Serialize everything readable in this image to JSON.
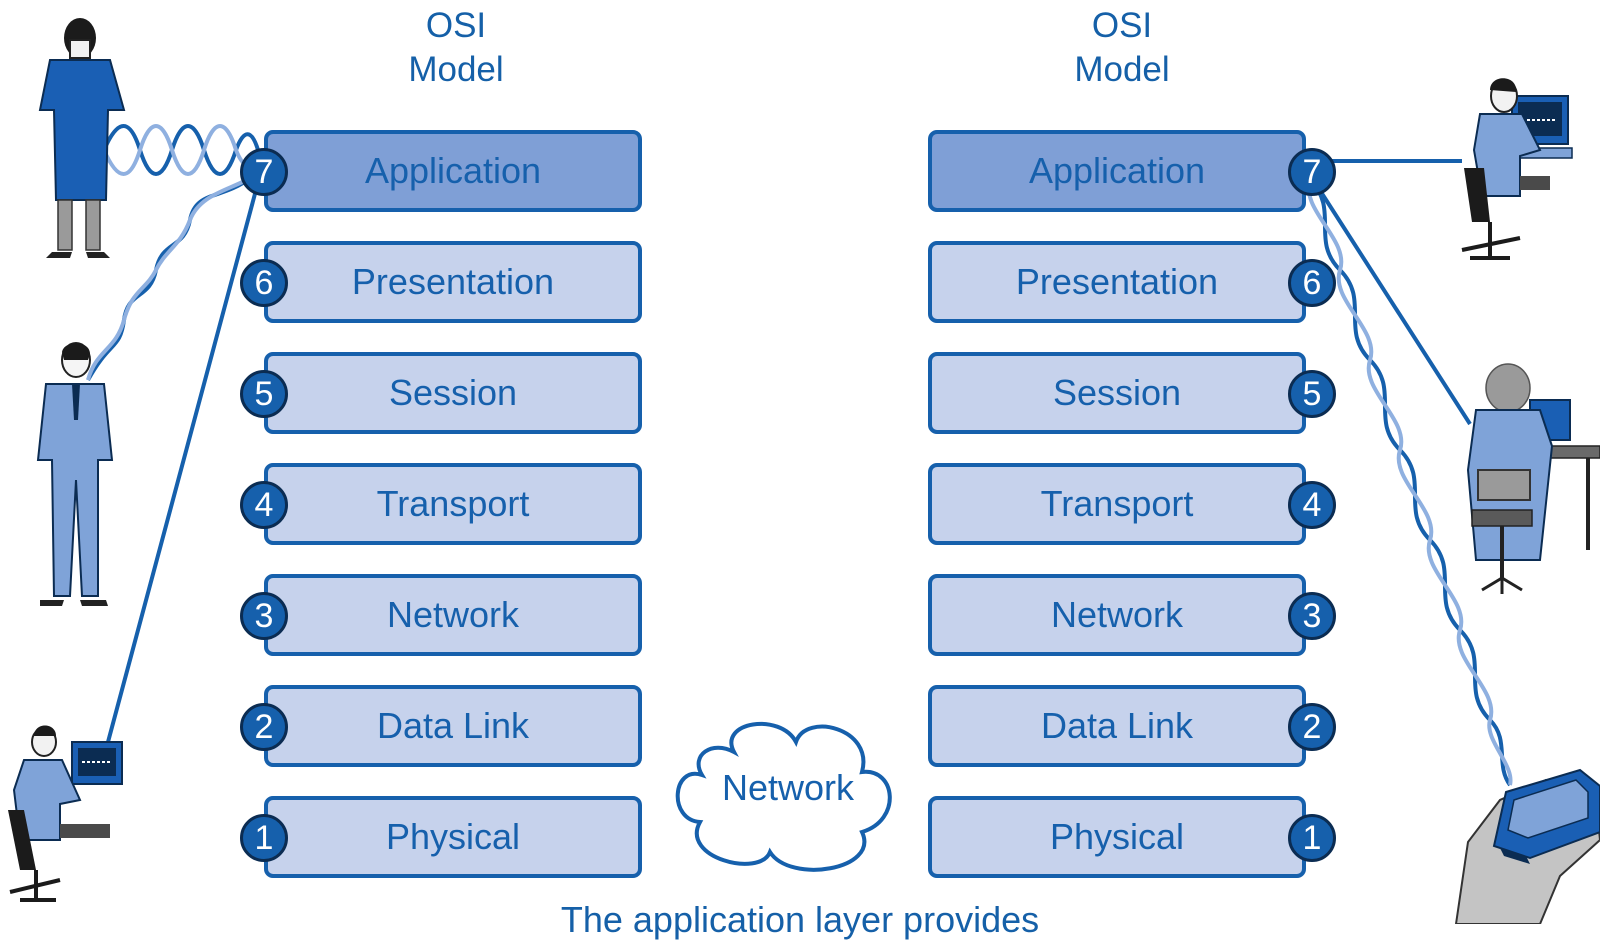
{
  "left_stack": {
    "title_line1": "OSI",
    "title_line2": "Model",
    "layers": [
      {
        "number": "7",
        "name": "Application"
      },
      {
        "number": "6",
        "name": "Presentation"
      },
      {
        "number": "5",
        "name": "Session"
      },
      {
        "number": "4",
        "name": "Transport"
      },
      {
        "number": "3",
        "name": "Network"
      },
      {
        "number": "2",
        "name": "Data Link"
      },
      {
        "number": "1",
        "name": "Physical"
      }
    ]
  },
  "right_stack": {
    "title_line1": "OSI",
    "title_line2": "Model",
    "layers": [
      {
        "number": "7",
        "name": "Application"
      },
      {
        "number": "6",
        "name": "Presentation"
      },
      {
        "number": "5",
        "name": "Session"
      },
      {
        "number": "4",
        "name": "Transport"
      },
      {
        "number": "3",
        "name": "Network"
      },
      {
        "number": "2",
        "name": "Data Link"
      },
      {
        "number": "1",
        "name": "Physical"
      }
    ]
  },
  "network_cloud": {
    "label": "Network"
  },
  "caption": "The application layer provides",
  "colors": {
    "primary_blue": "#1660ac",
    "layer_fill": "#c6d2ec",
    "application_fill": "#7f9fd6",
    "person_blue": "#1a5fb4",
    "person_light_blue": "#7fa3d8"
  },
  "icons": [
    "woman-figure-icon",
    "man-figure-icon",
    "computer-user-icon",
    "desktop-user-icon",
    "seated-user-icon",
    "handheld-device-icon",
    "network-cloud-icon"
  ]
}
